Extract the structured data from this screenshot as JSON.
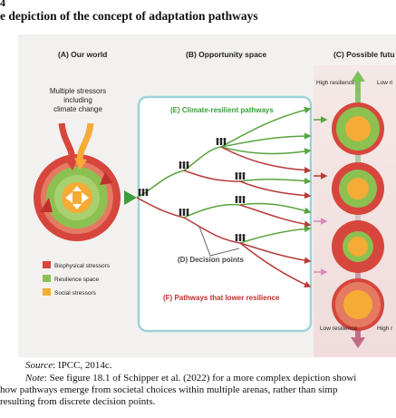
{
  "page": {
    "number_fragment": "4",
    "title": "e depiction of the concept of adaptation pathways"
  },
  "figure": {
    "panel_a": "(A) Our world",
    "panel_b": "(B) Opportunity space",
    "panel_c": "(C) Possible futu",
    "stressors_label": [
      "Multiple stressors",
      "including",
      "climate change"
    ],
    "legend": [
      "Biophysical stressors",
      "Resilience space",
      "Social stressors"
    ],
    "pathways_resilient": "(E) Climate-resilient pathways",
    "decision_points": "(D) Decision points",
    "pathways_lower": "(F) Pathways that lower resilience",
    "high_resilience": "High resilience",
    "low_resilience_top": "Low ri",
    "low_resilience": "Low resilience",
    "high_bottom": "High r",
    "colors": {
      "red": "#d7463c",
      "green": "#8cc152",
      "orange": "#f5ab35",
      "teal_border": "#9fd3d8",
      "pathway_green": "#5aa33e",
      "pathway_red": "#b83a3a"
    }
  },
  "source": {
    "label": "Source",
    "text": ": IPCC, 2014c."
  },
  "note": {
    "label": "Note",
    "line1": ": See figure 18.1 of Schipper et al. (2022) for a more complex depiction showi",
    "line2": "how pathways emerge from societal choices within multiple arenas, rather than simp",
    "line3": "resulting from discrete decision points."
  }
}
